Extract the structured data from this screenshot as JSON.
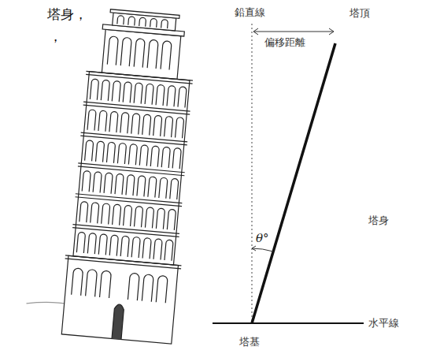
{
  "diagram": {
    "labels": [
      "塔身，",
      "，",
      "鉛直線",
      "塔頂",
      "偏移距離",
      "塔身",
      "θ°",
      "水平線",
      "塔基"
    ]
  }
}
